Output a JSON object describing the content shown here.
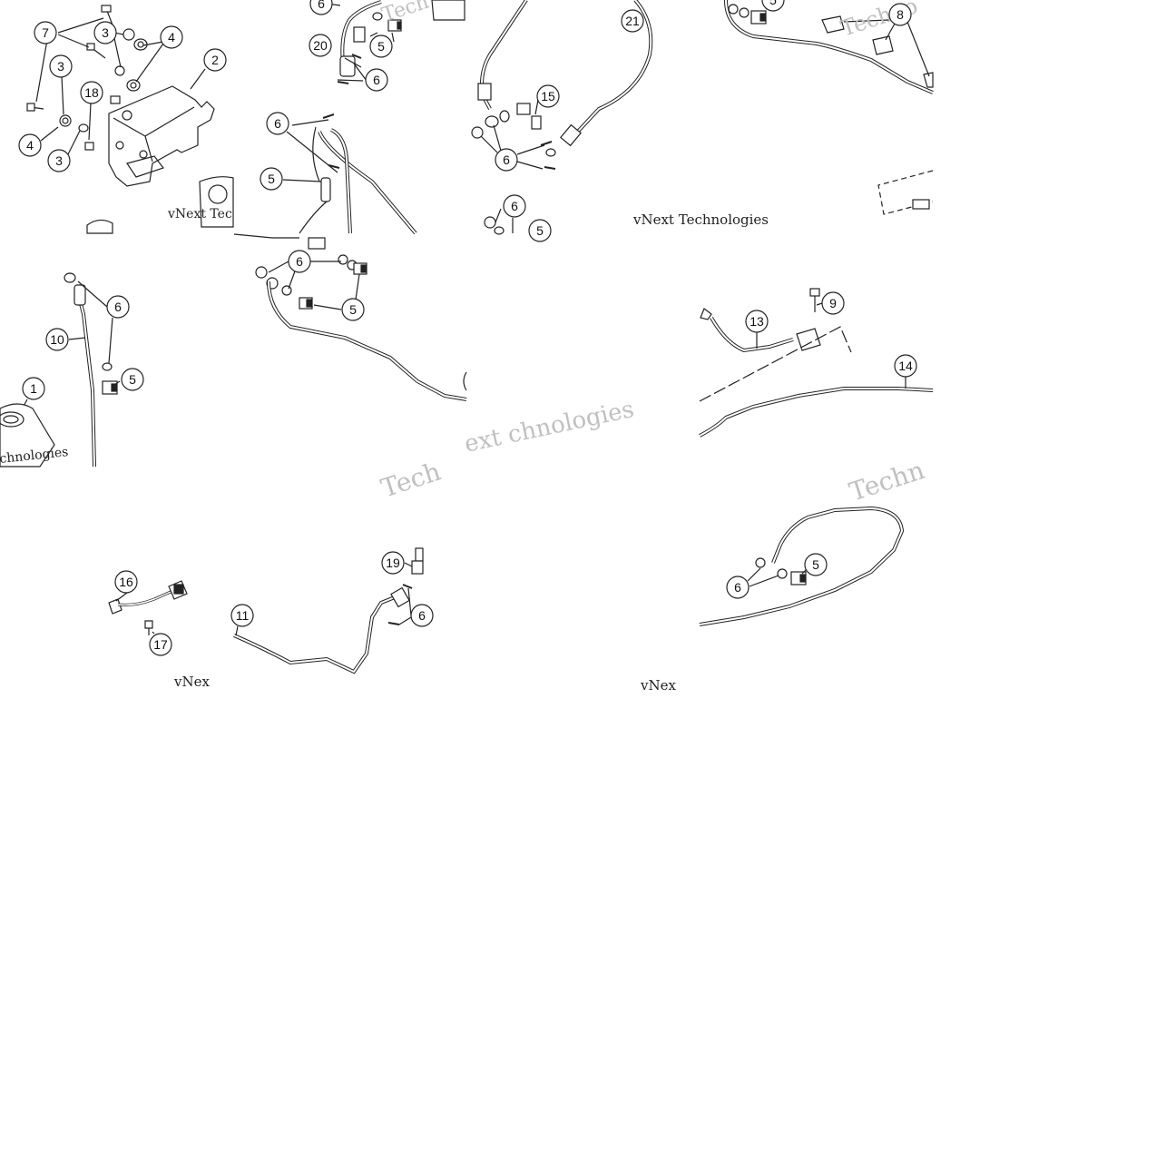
{
  "diagram": {
    "watermark_texts": [
      "vNext Technologies"
    ],
    "colors": {
      "line": "#222222",
      "fill": "#ffffff",
      "watermark": "#b8b8b8"
    }
  },
  "tiles": [
    {
      "name": "tile-top-left",
      "callouts": [
        "7",
        "3",
        "4",
        "2",
        "3",
        "18",
        "4",
        "3"
      ],
      "watermark": "vNext Tec"
    },
    {
      "name": "tile-top-second",
      "callouts": [
        "6",
        "20",
        "5",
        "6",
        "6",
        "5"
      ],
      "watermark": "Tech"
    },
    {
      "name": "tile-top-third",
      "callouts": [
        "21",
        "15",
        "6",
        "6",
        "5"
      ],
      "watermark": "vNext Technologies"
    },
    {
      "name": "tile-top-fourth",
      "callouts": [
        "5",
        "8"
      ],
      "watermark": "Techno"
    },
    {
      "name": "tile-mid-left",
      "callouts": [
        "10",
        "6",
        "1",
        "5"
      ],
      "watermark": "chnologies"
    },
    {
      "name": "tile-mid-second",
      "callouts": [
        "6",
        "5"
      ],
      "watermark": "Tech"
    },
    {
      "name": "tile-mid-third",
      "callouts": [],
      "watermark": "ext chnologies"
    },
    {
      "name": "tile-mid-fourth",
      "callouts": [
        "13",
        "9",
        "14"
      ],
      "watermark": ""
    },
    {
      "name": "tile-bottom-left",
      "callouts": [
        "16",
        "17"
      ],
      "watermark": "vNex"
    },
    {
      "name": "tile-bottom-second",
      "callouts": [
        "19",
        "11",
        "6"
      ],
      "watermark": ""
    },
    {
      "name": "tile-bottom-third",
      "callouts": [],
      "watermark": "vNex"
    },
    {
      "name": "tile-bottom-fourth",
      "callouts": [
        "5",
        "6"
      ],
      "watermark": "Techn"
    }
  ]
}
